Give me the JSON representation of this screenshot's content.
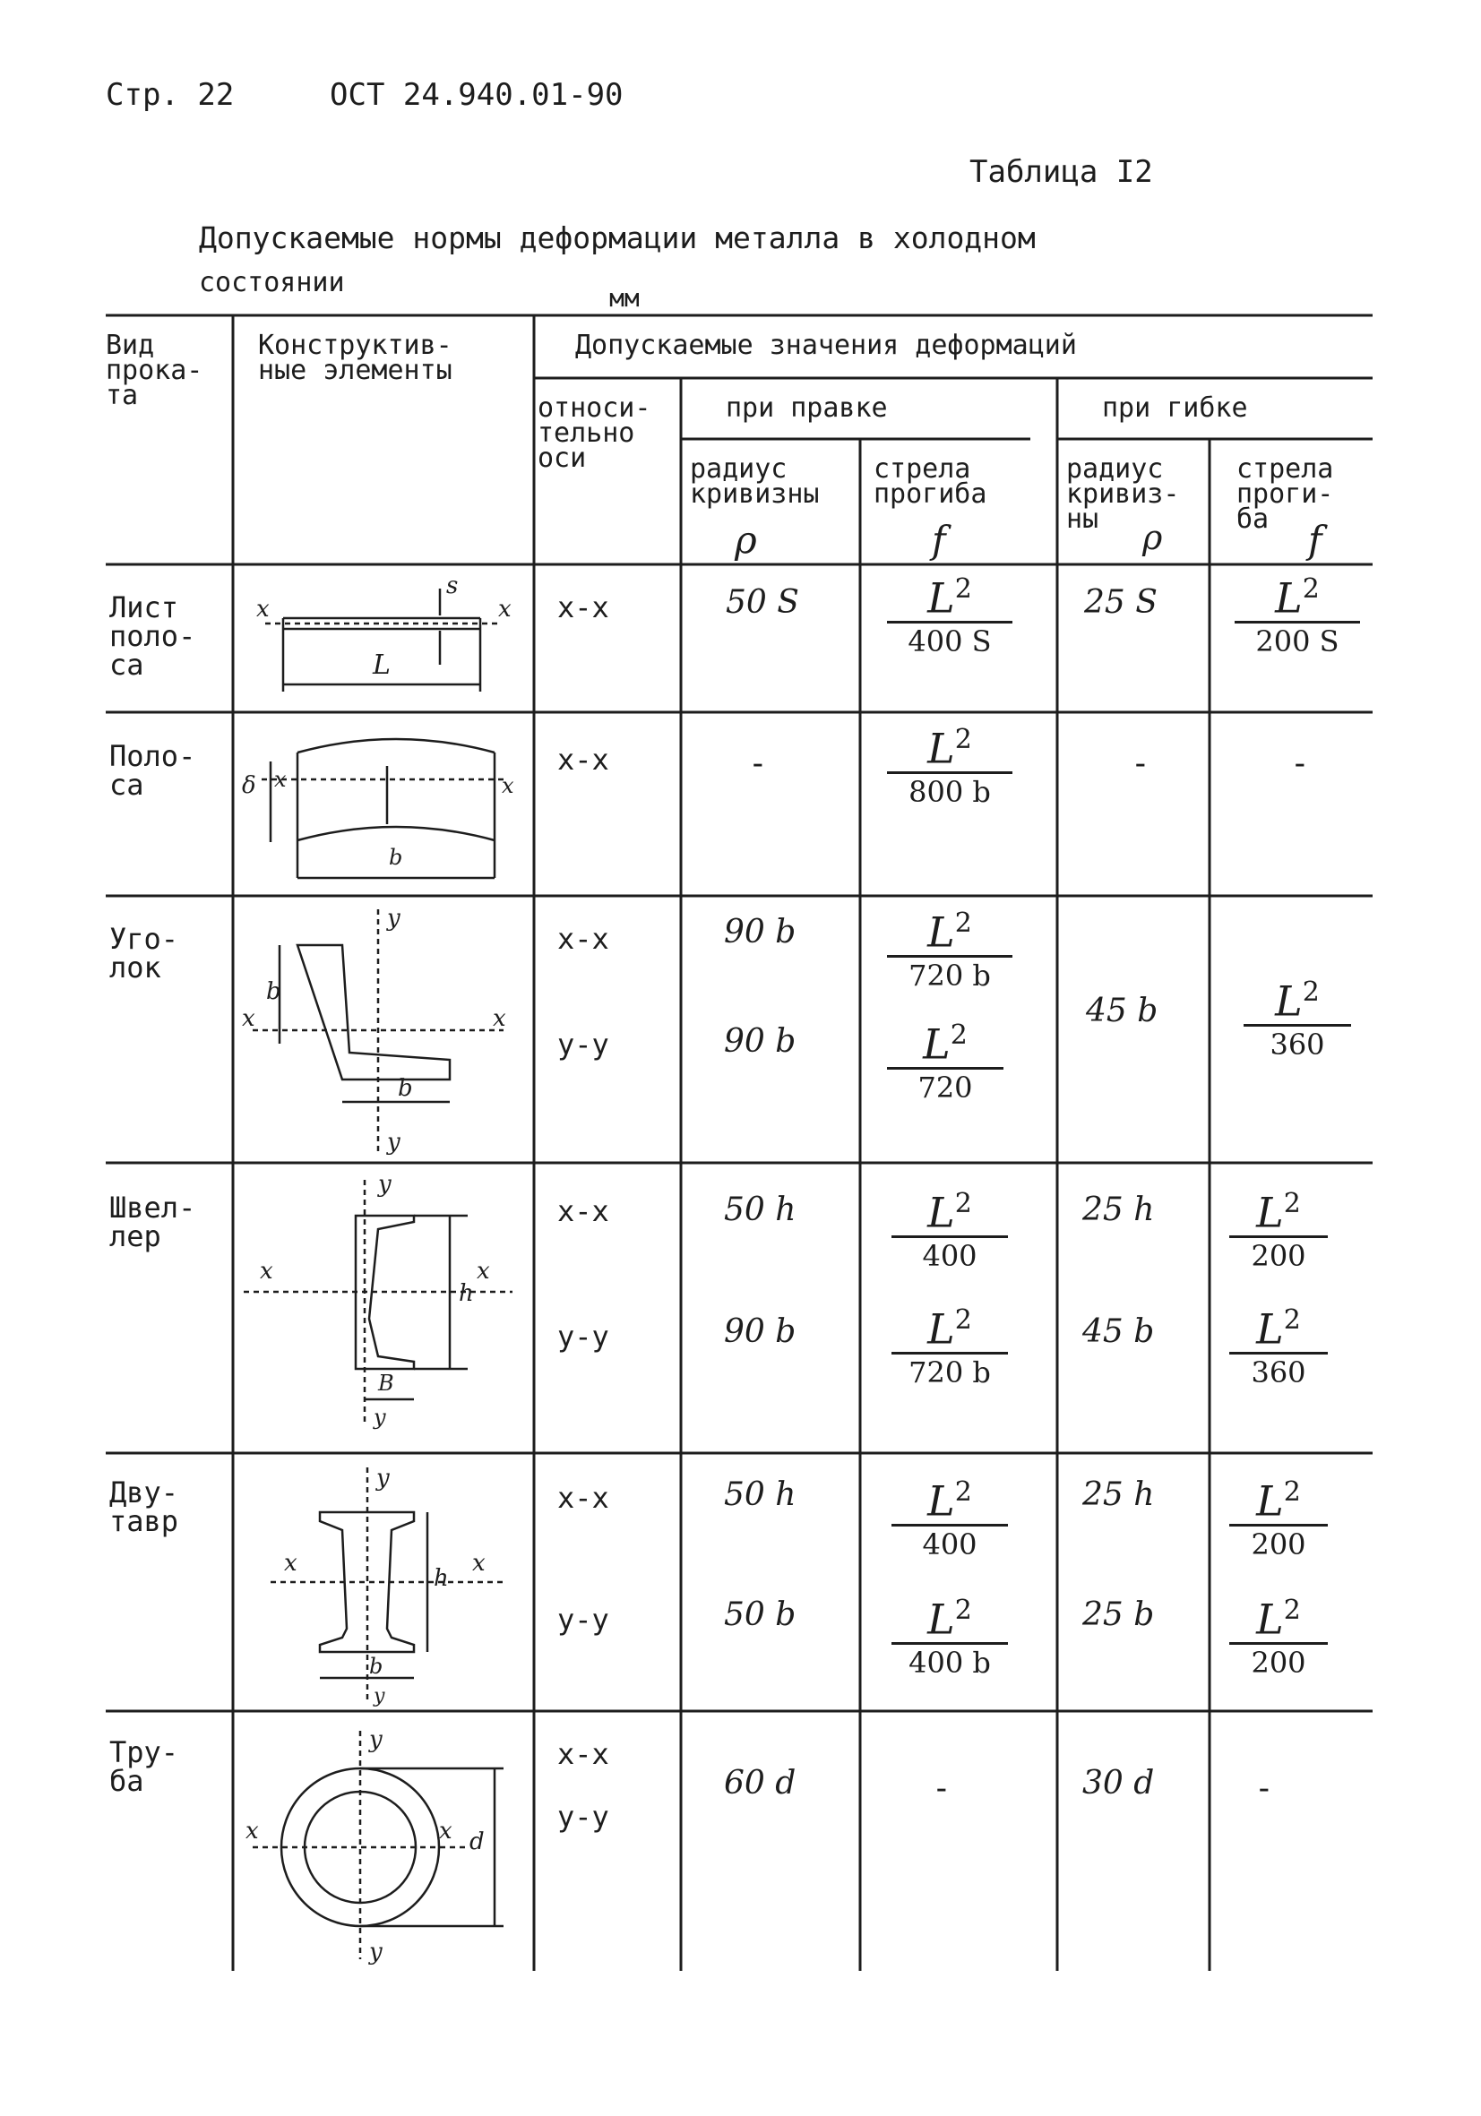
{
  "header": {
    "page": "Стр. 22",
    "standard": "ОСТ 24.940.01-90",
    "table_label": "Таблица I2"
  },
  "caption": {
    "line1": "Допускаемые нормы деформации металла в холодном",
    "line2": "состоянии",
    "unit": "мм"
  },
  "columns": {
    "type": "Вид\nпрока-\nта",
    "elements": "Конструктив-\nные элементы",
    "allowed": "Допускаемые значения деформаций",
    "axis": "относи-\nтельно\nоси",
    "straightening": "при правке",
    "bending": "при гибке",
    "radius_s": "радиус\nкривизны",
    "rho_s": "ρ",
    "arrow_s": "стрела\nпрогиба",
    "f_s": "f",
    "radius_b": "радиус\nкривиз-\nны",
    "rho_b": "ρ",
    "arrow_b": "стрела\nпроги-\nба",
    "f_b": "f"
  },
  "rows": [
    {
      "name": "Лист\nполо-\nса",
      "axis": "x-x",
      "r1": "50 S",
      "f1_num": "L",
      "f1_den": "400 S",
      "r2": "25 S",
      "f2_num": "L",
      "f2_den": "200 S"
    },
    {
      "name": "Поло-\nса",
      "axis": "x-x",
      "r1": "-",
      "f1_num": "L",
      "f1_den": "800 b",
      "r2": "-",
      "f2": "-"
    },
    {
      "name": "Уго-\nлок",
      "axis1": "x-x",
      "axis2": "y-y",
      "r1a": "90 b",
      "f1a_num": "L",
      "f1a_den": "720 b",
      "r1b": "90 b",
      "f1b_num": "L",
      "f1b_den": "720",
      "r2": "45 b",
      "f2_num": "L",
      "f2_den": "360"
    },
    {
      "name": "Швел-\nлер",
      "axis1": "x-x",
      "axis2": "y-y",
      "r1a": "50 h",
      "f1a_num": "L",
      "f1a_den": "400",
      "r2a": "25 h",
      "f2a_num": "L",
      "f2a_den": "200",
      "r1b": "90 b",
      "f1b_num": "L",
      "f1b_den": "720 b",
      "r2b": "45 b",
      "f2b_num": "L",
      "f2b_den": "360"
    },
    {
      "name": "Дву-\nтавр",
      "axis1": "x-x",
      "axis2": "y-y",
      "r1a": "50 h",
      "f1a_num": "L",
      "f1a_den": "400",
      "r2a": "25 h",
      "f2a_num": "L",
      "f2a_den": "200",
      "r1b": "50 b",
      "f1b_num": "L",
      "f1b_den": "400 b",
      "r2b": "25 b",
      "f2b_num": "L",
      "f2b_den": "200"
    },
    {
      "name": "Тру-\nба",
      "axis1": "x-x",
      "axis2": "y-y",
      "r1": "60 d",
      "f1": "-",
      "r2": "30 d",
      "f2": "-"
    }
  ],
  "exponent": "2"
}
